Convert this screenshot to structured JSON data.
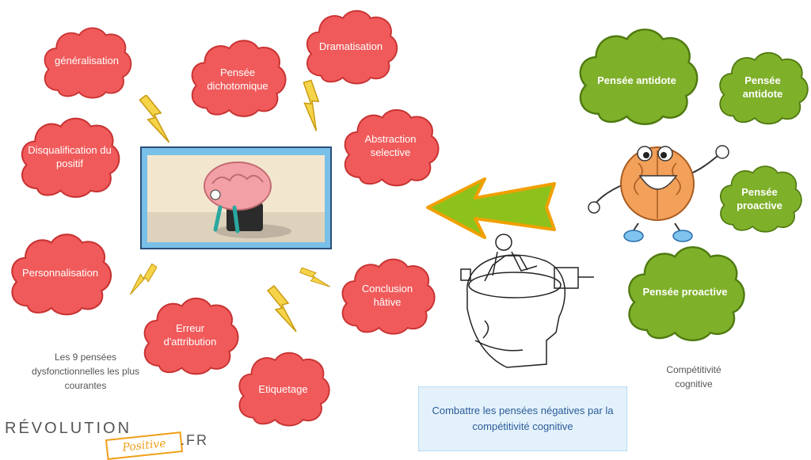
{
  "red_clouds": [
    {
      "id": "generalisation",
      "label": "généralisation"
    },
    {
      "id": "pensee-dichotomique",
      "label": "Pensée dichotomique"
    },
    {
      "id": "dramatisation",
      "label": "Dramatisation"
    },
    {
      "id": "disqualification",
      "label": "Disqualification du positif"
    },
    {
      "id": "abstraction",
      "label": "Abstraction selective"
    },
    {
      "id": "personnalisation",
      "label": "Personnalisation"
    },
    {
      "id": "conclusion",
      "label": "Conclusion hâtive"
    },
    {
      "id": "erreur",
      "label": "Erreur d'attribution"
    },
    {
      "id": "etiquetage",
      "label": "Etiquetage"
    }
  ],
  "green_clouds": [
    {
      "id": "antidote-1",
      "label": "Pensée antidote"
    },
    {
      "id": "antidote-2",
      "label": "Pensée antidote"
    },
    {
      "id": "proactive-1",
      "label": "Pensée proactive"
    },
    {
      "id": "proactive-2",
      "label": "Pensée proactive"
    }
  ],
  "captions": {
    "left": "Les 9 pensées dysfonctionnelles les plus courantes",
    "right": "Compétitivité cognitive"
  },
  "callout": "Combattre les pensées négatives par la compétitivité cognitive",
  "logo": {
    "word1": "RÉVOLUTION",
    "word2": "Positive",
    "word3": ".FR"
  },
  "colors": {
    "red_cloud": "#f05a5a",
    "red_outline": "#c83232",
    "green_cloud": "#7fb02a",
    "green_outline": "#4f7a10",
    "arrow": "#8cc21b",
    "arrow_outline": "#f0a000",
    "bolt": "#f6d44a"
  }
}
